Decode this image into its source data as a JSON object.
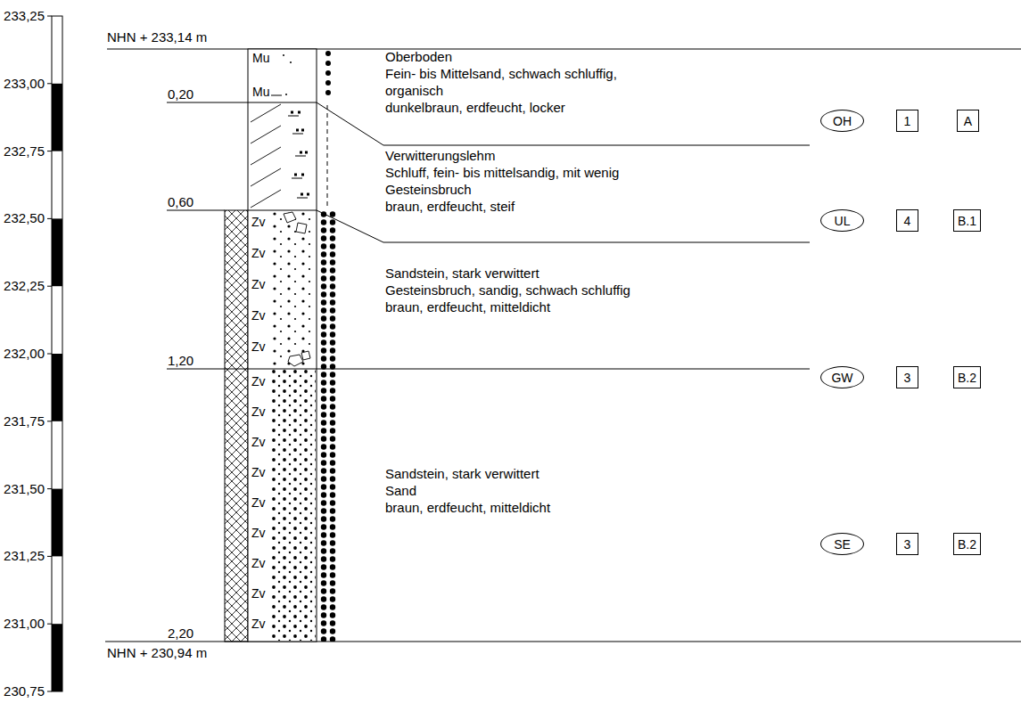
{
  "diagram": {
    "nodes": [
      {
        "text": [
          "OH"
        ]
      },
      {
        "text": [
          "1"
        ]
      },
      {
        "text": [
          "A"
        ]
      },
      {
        "text": [
          "UL"
        ]
      },
      {
        "text": [
          "4"
        ]
      },
      {
        "text": [
          "B.1"
        ]
      },
      {
        "text": [
          "GW"
        ]
      },
      {
        "text": [
          "3"
        ]
      },
      {
        "text": [
          "B.2"
        ]
      },
      {
        "text": [
          "SE"
        ]
      },
      {
        "text": [
          "3"
        ]
      },
      {
        "text": [
          "B.2"
        ]
      }
    ],
    "labels": [
      "233,25",
      "233,00",
      "232,75",
      "232,50",
      "232,25",
      "232,00",
      "231,75",
      "231,50",
      "231,25",
      "231,00",
      "230,75",
      "NHN + 233,14 m",
      "0,20",
      "0,60",
      "1,20",
      "2,20",
      "NHN + 230,94 m",
      "Oberboden",
      "Fein- bis Mittelsand, schwach schluffig, organisch",
      "dunkelbraun, erdfeucht, locker",
      "Verwitterungslehm",
      "Schluff, fein- bis mittelsandig, mit wenig Gesteinsbruch",
      "braun, erdfeucht, steif",
      "Sandstein, stark verwittert",
      "Gesteinsbruch, sandig, schwach schluffig",
      "braun, erdfeucht, mitteldicht",
      "Sandstein, stark verwittert",
      "Sand",
      "braun, erdfeucht, mitteldicht",
      "Mu",
      "Mu",
      "Zv",
      "Zv",
      "Zv",
      "Zv",
      "Zv",
      "Zv",
      "Zv",
      "Zv",
      "Zv",
      "Zv",
      "Zv",
      "Zv",
      "Zv",
      "Zv"
    ]
  }
}
